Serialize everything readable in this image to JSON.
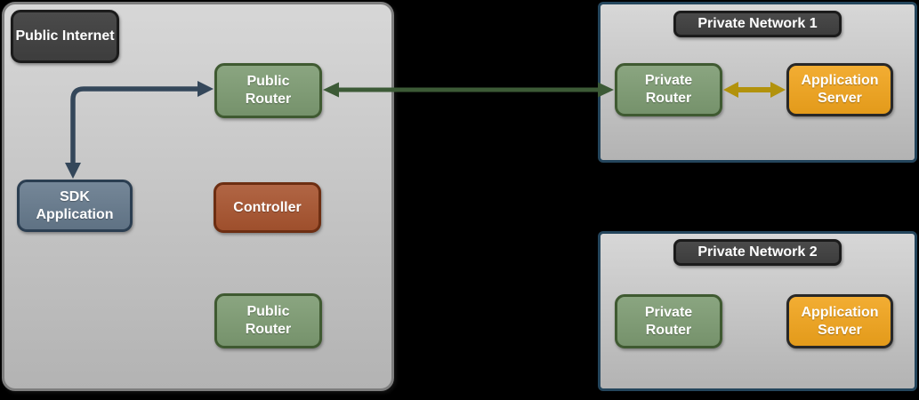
{
  "zones": {
    "public_internet": {
      "title": "Public Internet"
    },
    "private_network_1": {
      "title": "Private Network 1"
    },
    "private_network_2": {
      "title": "Private Network 2"
    }
  },
  "nodes": {
    "public_router_top": "Public Router",
    "sdk_application": "SDK Application",
    "controller": "Controller",
    "public_router_bottom": "Public Router",
    "private_router_1": "Private Router",
    "application_server_1": "Application Server",
    "private_router_2": "Private Router",
    "application_server_2": "Application Server"
  },
  "connections": [
    {
      "between": [
        "public_router_top",
        "sdk_application"
      ],
      "color": "#34475a",
      "heads": "both",
      "shape": "elbow"
    },
    {
      "between": [
        "public_router_top",
        "private_router_1"
      ],
      "color": "#3c5a36",
      "heads": "both",
      "shape": "straight"
    },
    {
      "between": [
        "private_router_1",
        "application_server_1"
      ],
      "color": "#b2920c",
      "heads": "both",
      "shape": "straight"
    }
  ],
  "colors": {
    "page_background": "#000000",
    "canvas_fill_top": "#d7d7d7",
    "canvas_fill_bottom": "#b3b3b3",
    "canvas_border": "#7d7d7d",
    "network_border": "#24455c",
    "badge_fill": "#3d3d3d",
    "badge_border": "#1b1b1b",
    "green_fill": "#7d9b72",
    "green_border": "#3f5a31",
    "blue_fill": "#65798c",
    "blue_border": "#2b3e51",
    "red_fill": "#a8542f",
    "red_border": "#6d2e12",
    "orange_fill": "#f1a41c",
    "orange_border": "#282828",
    "arrow_navy": "#34475a",
    "arrow_green": "#3c5a36",
    "arrow_yellow": "#b2920c",
    "label_text": "#ffffff"
  }
}
